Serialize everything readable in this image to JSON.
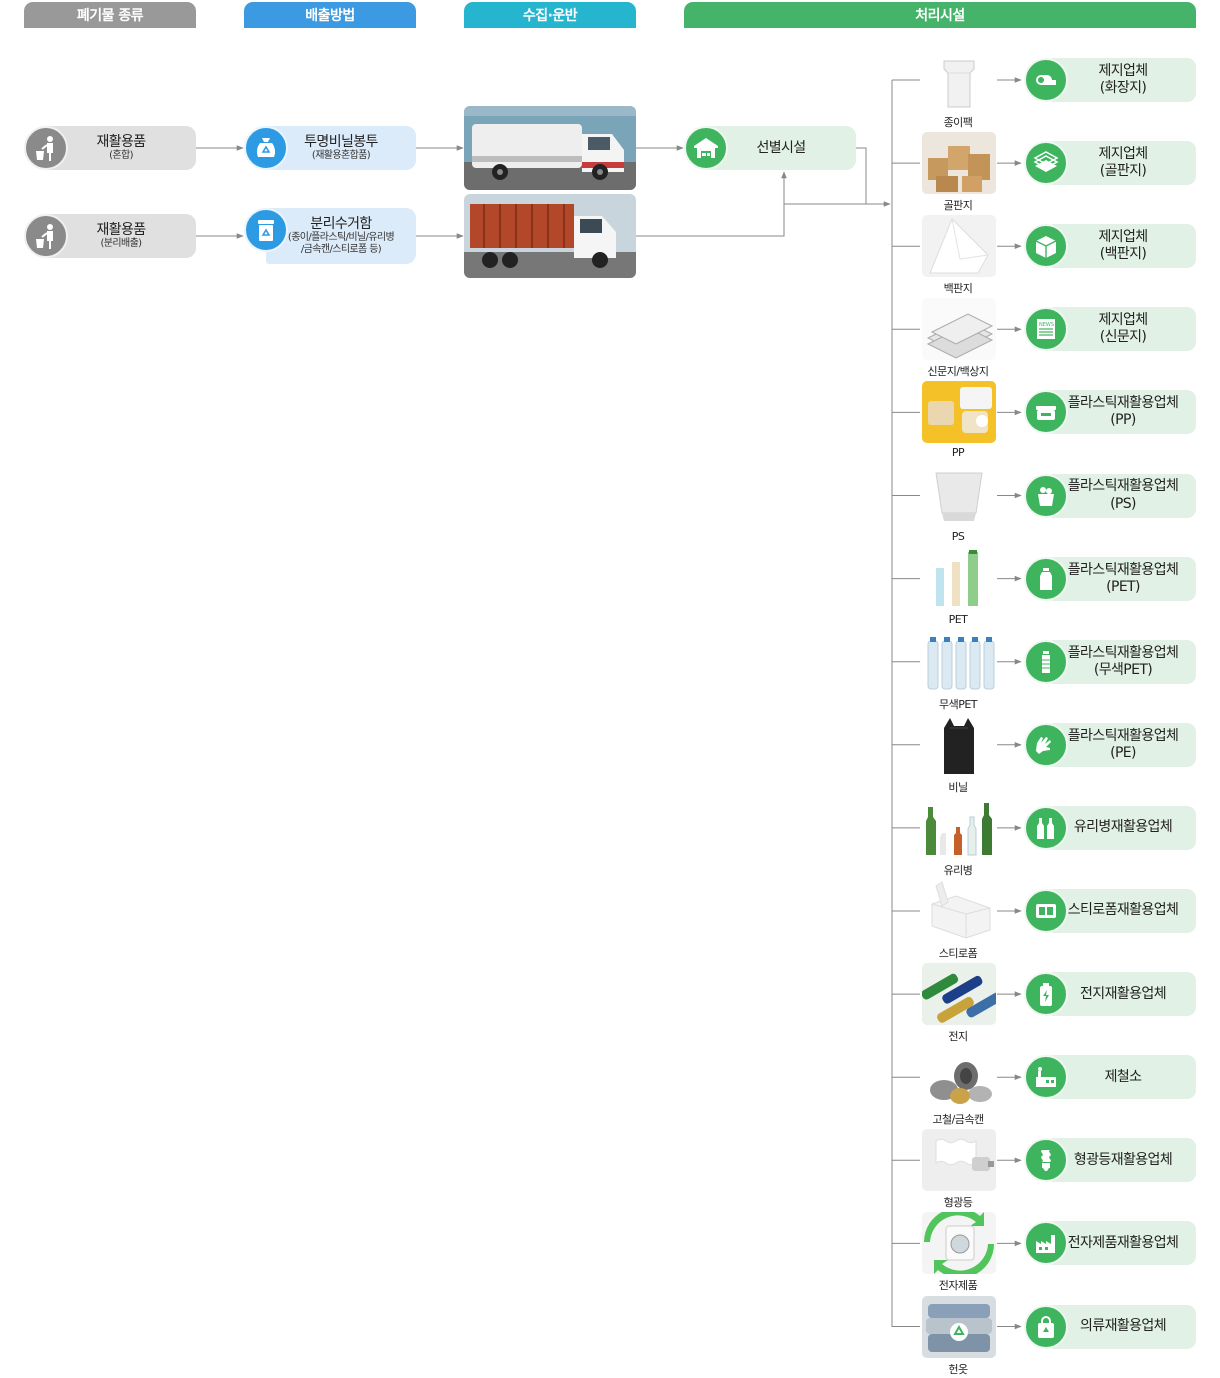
{
  "headers": {
    "waste_type": "폐기물 종류",
    "discharge": "배출방법",
    "collection": "수집·운반",
    "treatment": "처리시설"
  },
  "colors": {
    "header_gray": "#999999",
    "header_blue": "#3b9ae1",
    "header_cyan": "#26b5cf",
    "header_green": "#45b36a",
    "line": "#888888"
  },
  "waste": [
    {
      "main": "재활용품",
      "sub": "(혼합)",
      "icon": "person-disposing-trash-icon"
    },
    {
      "main": "재활용품",
      "sub": "(분리배출)",
      "icon": "person-disposing-trash-icon"
    }
  ],
  "discharge": [
    {
      "main": "투명비닐봉투",
      "sub": "(재활용혼합품)",
      "icon": "recycle-bag-icon"
    },
    {
      "main": "분리수거함",
      "sub": "(종이/플라스틱/비닐/유리병",
      "sub2": "/금속캔/스티로폼 등)",
      "icon": "recycle-bin-icon"
    }
  ],
  "collection": [
    {
      "icon": "compactor-truck-photo"
    },
    {
      "icon": "cargo-truck-photo"
    }
  ],
  "sorting": {
    "label": "선별시설",
    "icon": "warehouse-icon"
  },
  "items": [
    {
      "label": "종이팩",
      "fac1": "제지업체",
      "fac2": "(화장지)",
      "icon": "toilet-paper-icon"
    },
    {
      "label": "골판지",
      "fac1": "제지업체",
      "fac2": "(골판지)",
      "icon": "corrugated-board-icon"
    },
    {
      "label": "백판지",
      "fac1": "제지업체",
      "fac2": "(백판지)",
      "icon": "box-icon"
    },
    {
      "label": "신문지/백상지",
      "fac1": "제지업체",
      "fac2": "(신문지)",
      "icon": "newspaper-icon"
    },
    {
      "label": "PP",
      "fac1": "플라스틱재활용업체",
      "fac2": "(PP)",
      "icon": "food-container-icon"
    },
    {
      "label": "PS",
      "fac1": "플라스틱재활용업체",
      "fac2": "(PS)",
      "icon": "cup-icon"
    },
    {
      "label": "PET",
      "fac1": "플라스틱재활용업체",
      "fac2": "(PET)",
      "icon": "bottle-icon"
    },
    {
      "label": "무색PET",
      "fac1": "플라스틱재활용업체",
      "fac2": "(무색PET)",
      "icon": "clear-bottle-icon"
    },
    {
      "label": "비닐",
      "fac1": "플라스틱재활용업체",
      "fac2": "(PE)",
      "icon": "gloves-icon"
    },
    {
      "label": "유리병",
      "fac1": "유리병재활용업체",
      "fac2": "",
      "icon": "glass-bottles-icon"
    },
    {
      "label": "스티로폼",
      "fac1": "스티로폼재활용업체",
      "fac2": "",
      "icon": "styrofoam-tray-icon"
    },
    {
      "label": "전지",
      "fac1": "전지재활용업체",
      "fac2": "",
      "icon": "battery-icon"
    },
    {
      "label": "고철/금속캔",
      "fac1": "제철소",
      "fac2": "",
      "icon": "steel-factory-icon"
    },
    {
      "label": "형광등",
      "fac1": "형광등재활용업체",
      "fac2": "",
      "icon": "fluorescent-lamp-icon"
    },
    {
      "label": "전자제품",
      "fac1": "전자제품재활용업체",
      "fac2": "",
      "icon": "electronics-factory-icon"
    },
    {
      "label": "헌옷",
      "fac1": "의류재활용업체",
      "fac2": "",
      "icon": "clothing-bag-icon"
    }
  ]
}
